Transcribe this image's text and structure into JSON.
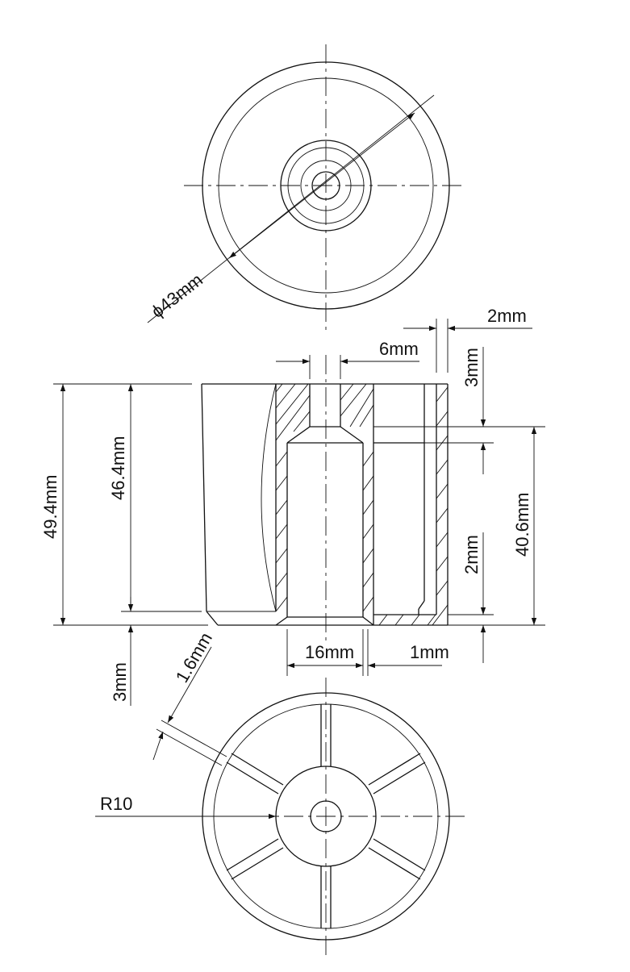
{
  "dimensions": {
    "top_diameter": "ϕ43mm",
    "wall_top": "2mm",
    "hole": "6mm",
    "top_thickness": "3mm",
    "height_total": "49.4mm",
    "height_body": "46.4mm",
    "inner_height": "40.6mm",
    "rib_gap": "2mm",
    "bore_width": "16mm",
    "bottom_gap": "1mm",
    "base_step": "3mm",
    "rib_width": "1.6mm",
    "hub_radius": "R10"
  },
  "views": [
    "top-view",
    "section-view",
    "bottom-view"
  ]
}
